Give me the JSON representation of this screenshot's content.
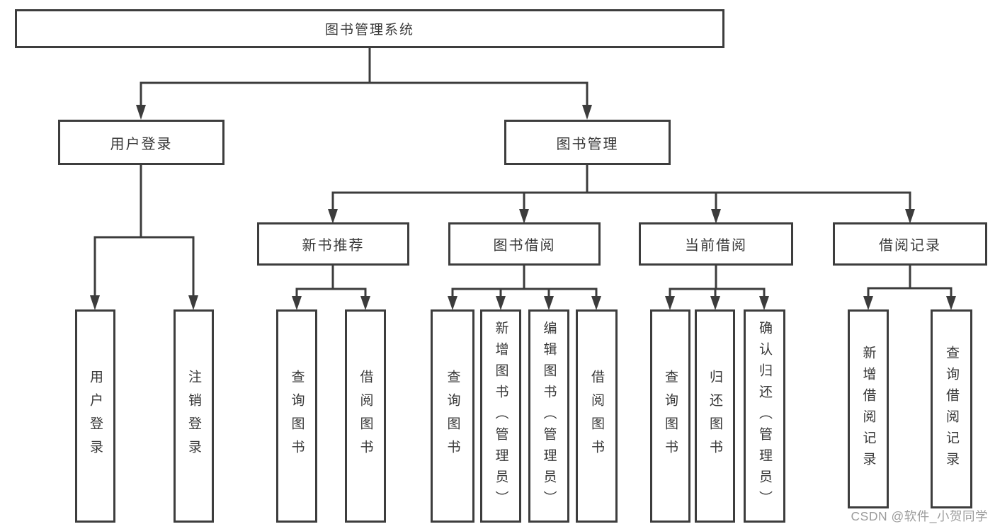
{
  "tree": {
    "root": {
      "label": "图书管理系统",
      "children": [
        {
          "label": "用户登录",
          "children": [
            {
              "label": "用户登录"
            },
            {
              "label": "注销登录"
            }
          ]
        },
        {
          "label": "图书管理",
          "children": [
            {
              "label": "新书推荐",
              "children": [
                {
                  "label": "查询图书"
                },
                {
                  "label": "借阅图书"
                }
              ]
            },
            {
              "label": "图书借阅",
              "children": [
                {
                  "label": "查询图书"
                },
                {
                  "label": "新增图书（管理员）"
                },
                {
                  "label": "编辑图书（管理员）"
                },
                {
                  "label": "借阅图书"
                }
              ]
            },
            {
              "label": "当前借阅",
              "children": [
                {
                  "label": "查询图书"
                },
                {
                  "label": "归还图书"
                },
                {
                  "label": "确认归还（管理员）"
                }
              ]
            },
            {
              "label": "借阅记录",
              "children": [
                {
                  "label": "新增借阅记录"
                },
                {
                  "label": "查询借阅记录"
                }
              ]
            }
          ]
        }
      ]
    }
  },
  "watermark": {
    "text": "CSDN @软件_小贺同学"
  },
  "colors": {
    "line": "#3c3c3c",
    "box_border": "#3d3d3d",
    "text": "#383838",
    "background": "#ffffff",
    "watermark": "#9c9c9c"
  }
}
